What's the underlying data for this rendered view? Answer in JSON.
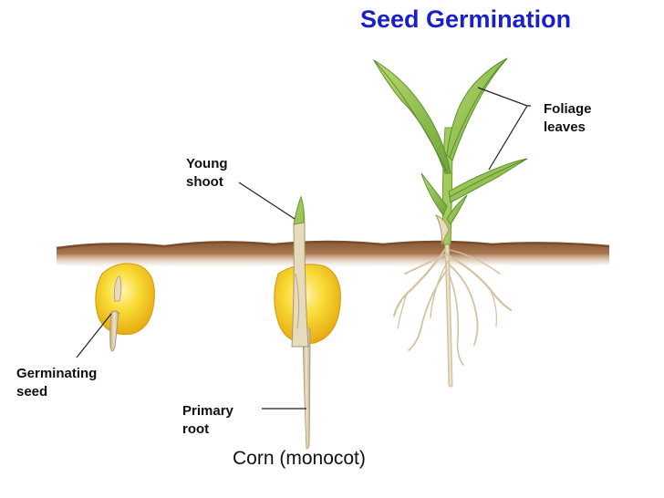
{
  "title": "Seed Germination",
  "caption": "Corn (monocot)",
  "labels": {
    "foliage": [
      "Foliage",
      "leaves"
    ],
    "shoot": [
      "Young",
      "shoot"
    ],
    "germinating": [
      "Germinating",
      "seed"
    ],
    "root": [
      "Primary",
      "root"
    ]
  },
  "colors": {
    "title": "#1a1fc8",
    "seed": "#f6cf1e",
    "soil": "#9a6a45",
    "root": "#d8c8a8",
    "leaf": "#8cbf4a"
  }
}
